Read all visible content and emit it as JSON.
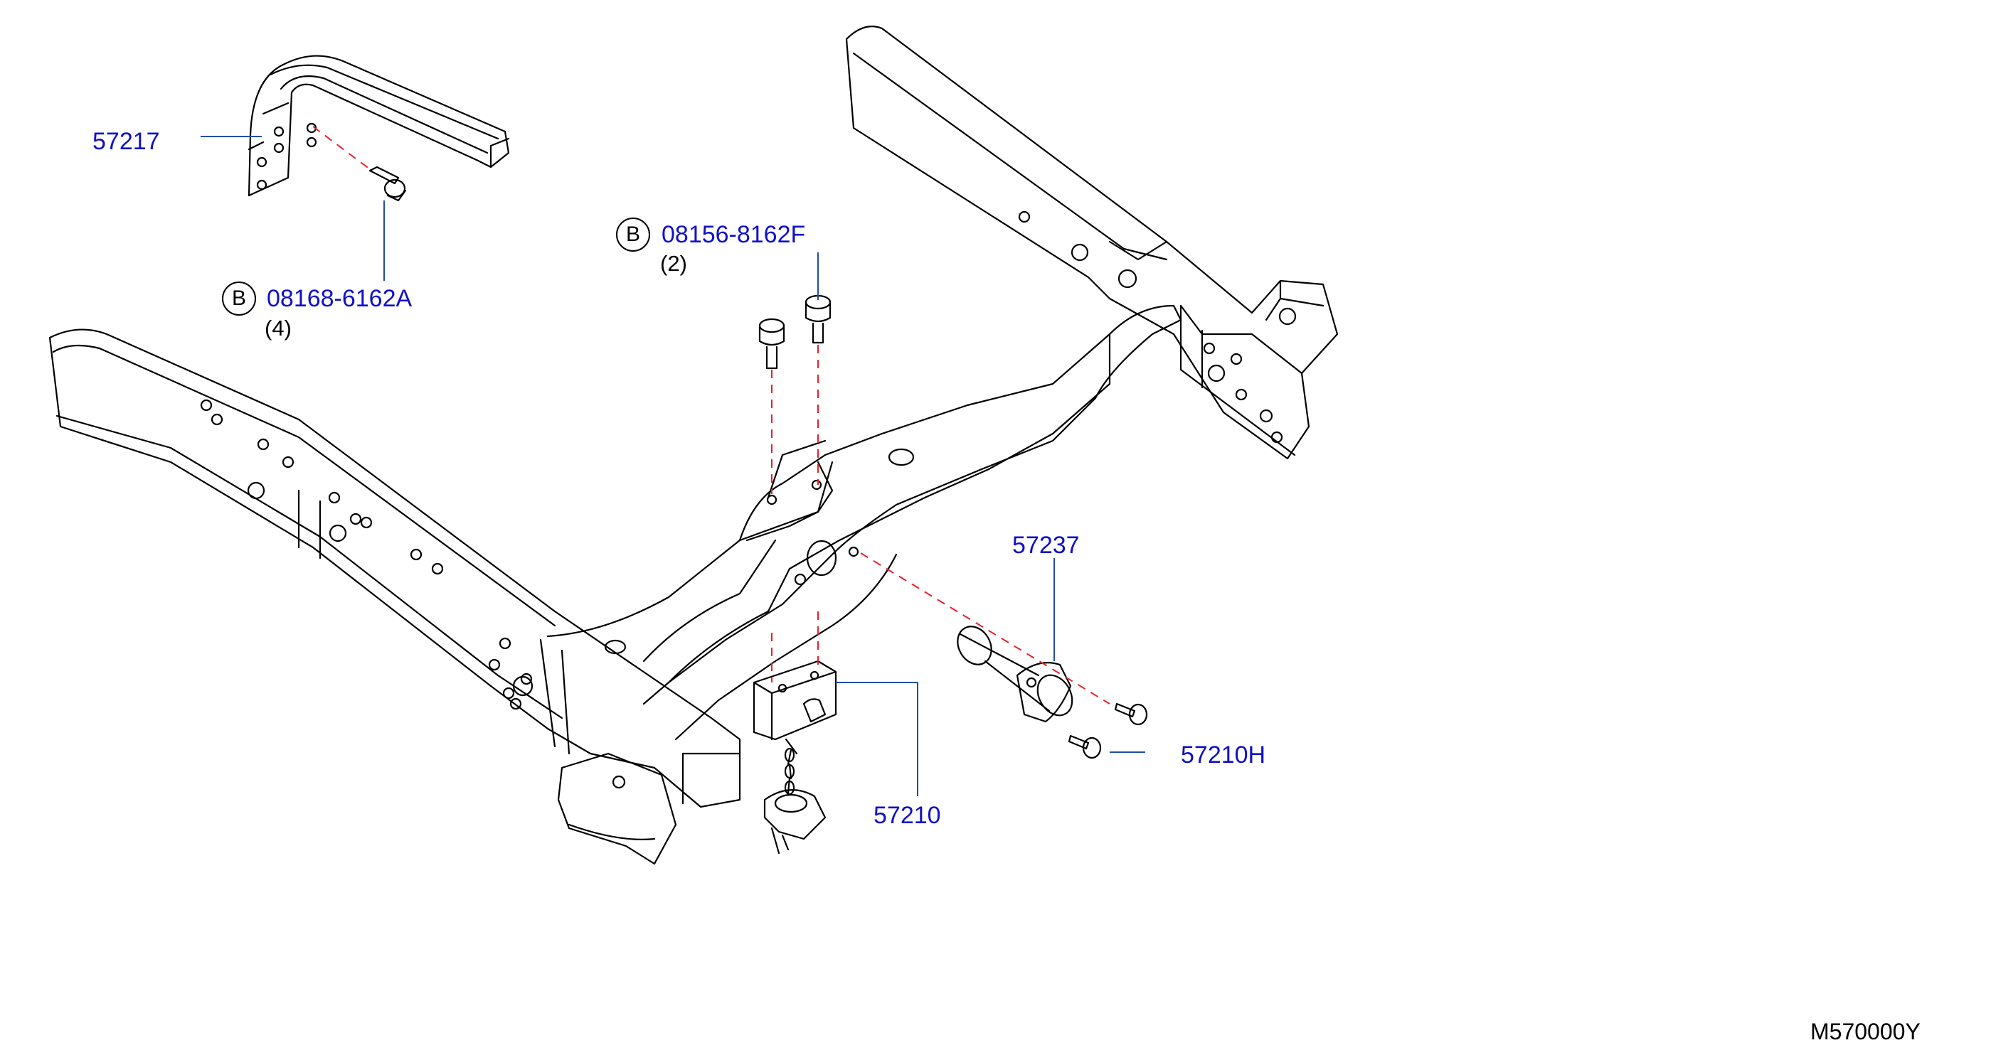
{
  "labels": {
    "bracket": "57217",
    "bolt_a_symbol": "B",
    "bolt_a_part": "08168-6162A",
    "bolt_a_qty": "(4)",
    "bolt_b_symbol": "B",
    "bolt_b_part": "08156-8162F",
    "bolt_b_qty": "(2)",
    "tube": "57237",
    "screw": "57210H",
    "hoist": "57210",
    "figure_code": "M570000Y"
  },
  "colors": {
    "line": "#000000",
    "leader": "#1f4fa8",
    "dashed": "#e8202a",
    "label": "#1010c8"
  }
}
